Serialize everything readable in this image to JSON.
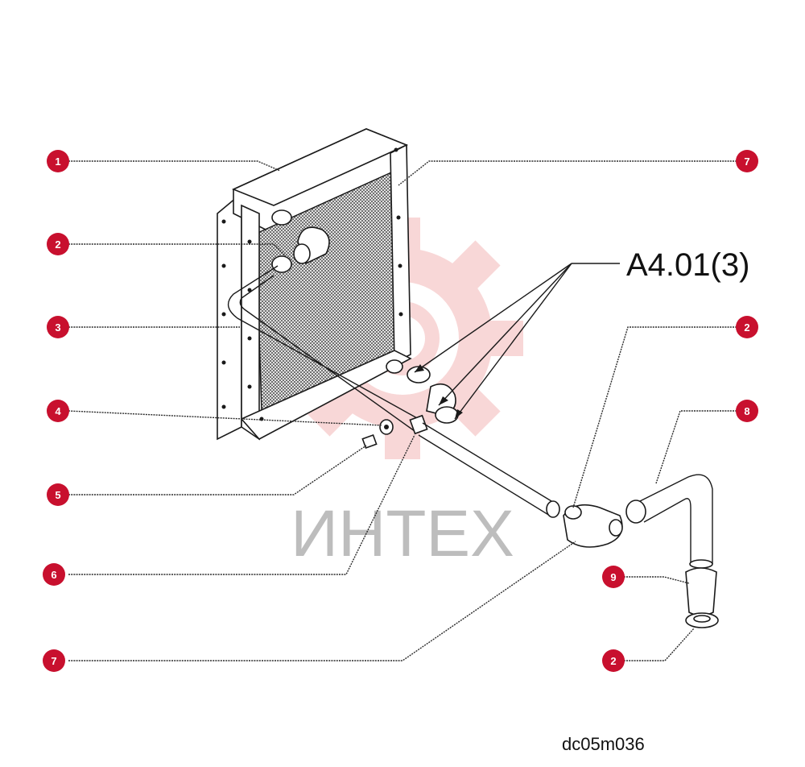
{
  "diagram": {
    "reference_label": "A4.01(3)",
    "drawing_code": "dc05m036",
    "watermark_text": "ИНТЕХ",
    "callouts": [
      {
        "id": "c1",
        "number": "1"
      },
      {
        "id": "c2a",
        "number": "2"
      },
      {
        "id": "c3",
        "number": "3"
      },
      {
        "id": "c4",
        "number": "4"
      },
      {
        "id": "c5",
        "number": "5"
      },
      {
        "id": "c6",
        "number": "6"
      },
      {
        "id": "c7a",
        "number": "7"
      },
      {
        "id": "c7b",
        "number": "7"
      },
      {
        "id": "c2b",
        "number": "2"
      },
      {
        "id": "c8",
        "number": "8"
      },
      {
        "id": "c9",
        "number": "9"
      },
      {
        "id": "c2c",
        "number": "2"
      }
    ]
  },
  "colors": {
    "callout": "#c8102e",
    "watermark": "#f4b8b8",
    "watermark_text": "#bdbdbd",
    "line": "#1a1a1a"
  }
}
